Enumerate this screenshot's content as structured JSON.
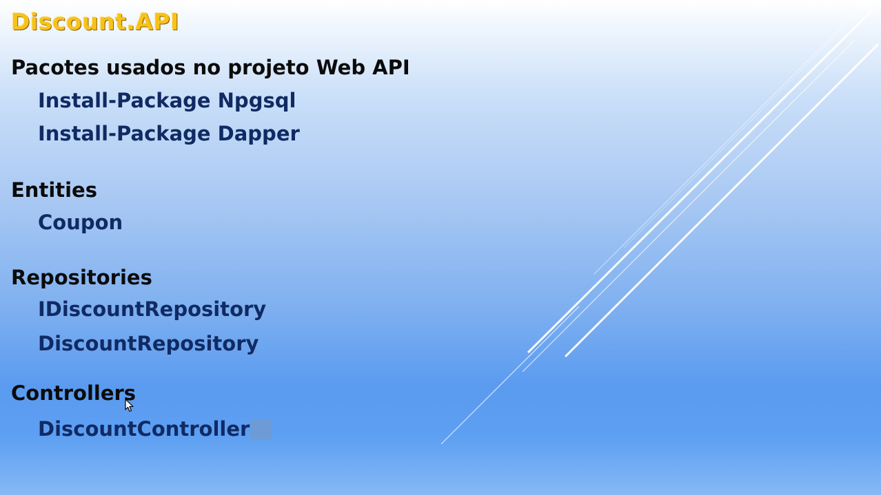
{
  "slide": {
    "title": "Discount.API",
    "sections": [
      {
        "heading": "Pacotes usados no projeto Web API",
        "items": [
          "Install-Package Npgsql",
          "Install-Package Dapper"
        ]
      },
      {
        "heading": "Entities",
        "items": [
          "Coupon"
        ]
      },
      {
        "heading": "Repositories",
        "items": [
          "IDiscountRepository",
          "DiscountRepository"
        ]
      },
      {
        "heading": "Controllers",
        "items": [
          "DiscountController"
        ]
      }
    ]
  },
  "colors": {
    "title": "#f7c21a",
    "heading": "#0b0b0b",
    "item": "#102a63",
    "background_top": "#ffffff",
    "background_bottom": "#5a9bf0"
  },
  "icons": {
    "mouse_pointer": "mouse-pointer-icon",
    "decoration": "diagonal-light-streaks"
  }
}
